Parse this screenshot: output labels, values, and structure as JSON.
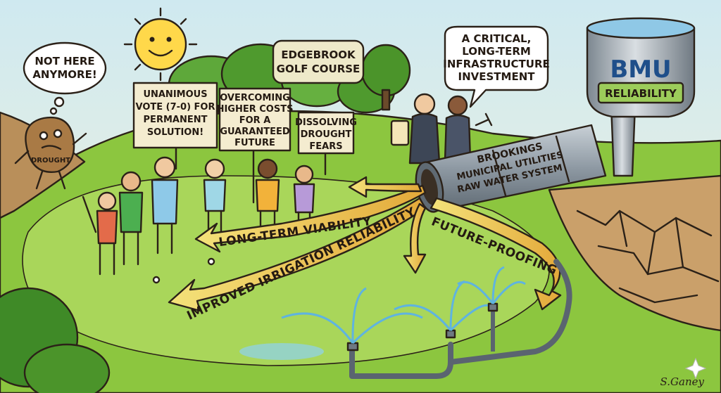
{
  "thought_bubble": {
    "line1": "NOT HERE",
    "line2": "ANYMORE!"
  },
  "drought_character": {
    "label": "DROUGHT"
  },
  "golf_course_sign": {
    "line1": "EDGEBROOK",
    "line2": "GOLF COURSE"
  },
  "speech_bubble": {
    "line1": "A CRITICAL,",
    "line2": "LONG-TERM",
    "line3": "INFRASTRUCTURE",
    "line4": "INVESTMENT"
  },
  "water_tower": {
    "brand": "BMU",
    "label": "RELIABILITY"
  },
  "pipe": {
    "line1": "BROOKINGS",
    "line2": "MUNICIPAL UTILITIES",
    "line3": "RAW WATER SYSTEM"
  },
  "signs": [
    {
      "lines": [
        "UNANIMOUS",
        "VOTE (7-0) FOR",
        "PERMANENT",
        "SOLUTION!"
      ]
    },
    {
      "lines": [
        "OVERCOMING",
        "HIGHER COSTS",
        "FOR A",
        "GUARANTEED",
        "FUTURE"
      ]
    },
    {
      "lines": [
        "DISSOLVING",
        "DROUGHT",
        "FEARS"
      ]
    }
  ],
  "arrows": {
    "long_term": "LONG-TERM VIABILITY",
    "irrigation": "IMPROVED IRRIGATION RELIABILITY",
    "future": "FUTURE-PROOFING"
  },
  "signature": "S.Ganey",
  "colors": {
    "sky": "#dff1f4",
    "grass": "#8cc63f",
    "dark_grass": "#4f9a2e",
    "arrow": "#f6c94a",
    "pipe": "#9aa4ae",
    "tower_label": "#9ccc5a"
  }
}
